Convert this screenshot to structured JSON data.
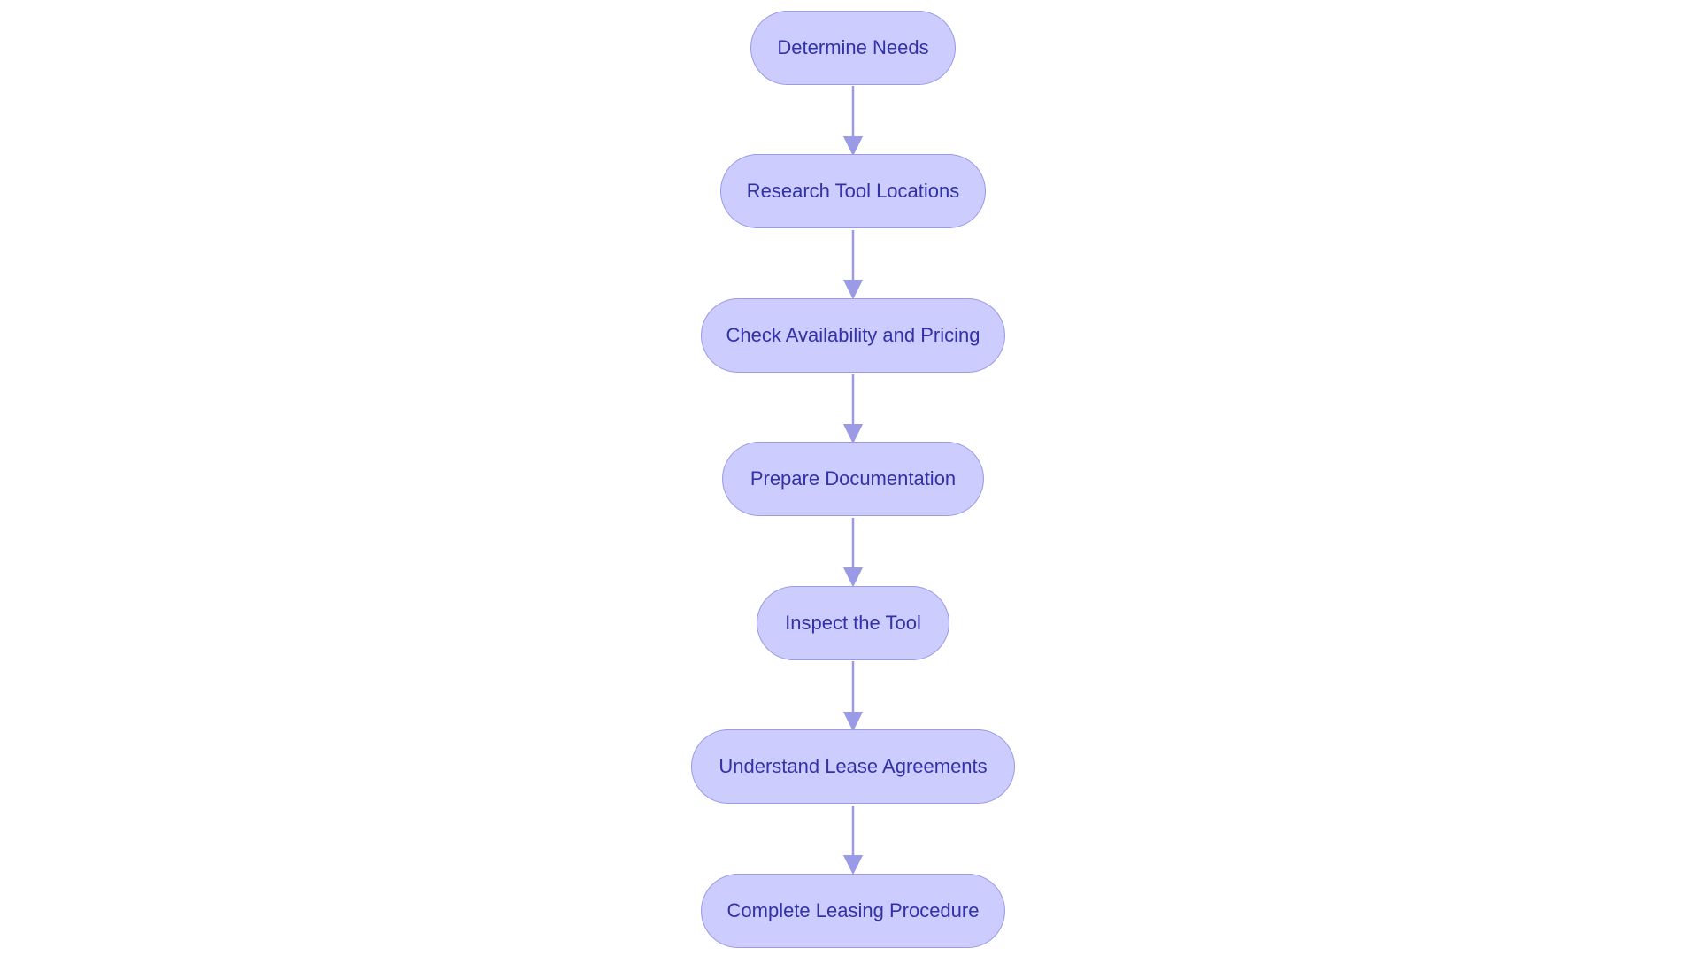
{
  "diagram": {
    "steps": [
      {
        "label": "Determine Needs"
      },
      {
        "label": "Research Tool Locations"
      },
      {
        "label": "Check Availability and Pricing"
      },
      {
        "label": "Prepare Documentation"
      },
      {
        "label": "Inspect the Tool"
      },
      {
        "label": "Understand Lease Agreements"
      },
      {
        "label": "Complete Leasing Procedure"
      }
    ],
    "colors": {
      "node_fill": "#ccccff",
      "node_border": "#9a9ae6",
      "node_text": "#3232a8",
      "connector": "#9a9ae6"
    }
  }
}
